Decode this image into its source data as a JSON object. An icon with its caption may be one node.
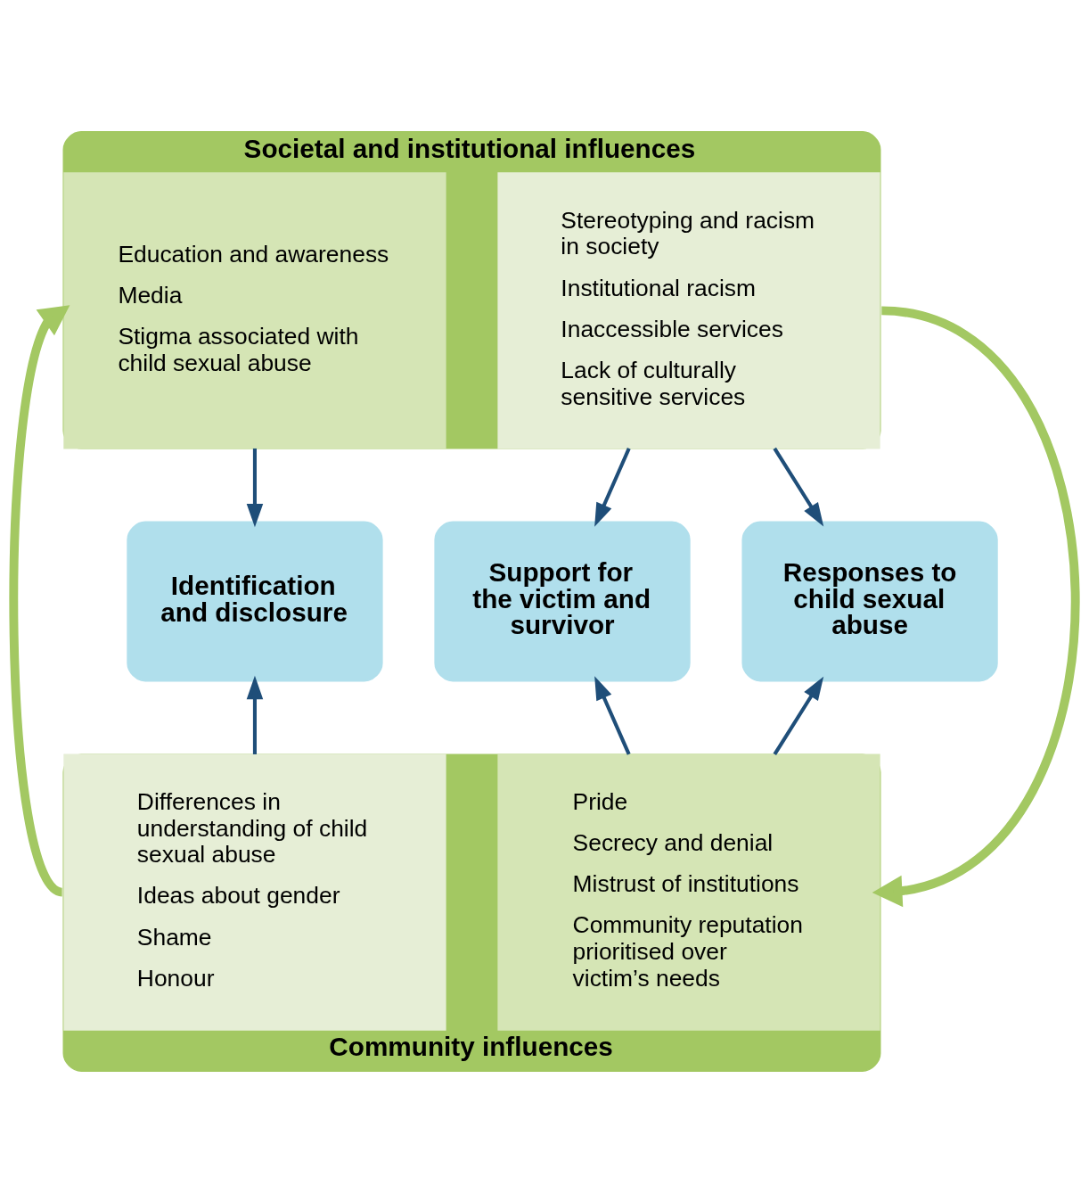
{
  "diagram": {
    "nodes": [
      {
        "text": [
          "Societal and institutional influences"
        ]
      },
      {
        "text": [
          "Education and awareness",
          "Media",
          "Stigma associated with child sexual abuse"
        ],
        "in": 0
      },
      {
        "text": [
          "Stereotyping and racism in society",
          "Institutional racism",
          "Inaccessible services",
          "Lack of culturally sensitive services"
        ],
        "in": 0
      },
      {
        "text": [
          "Identification and disclosure"
        ]
      },
      {
        "text": [
          "Responses to child sexual abuse"
        ]
      },
      {
        "text": [
          "Support for the victim and survivor"
        ]
      },
      {
        "text": [
          "Community influences"
        ]
      },
      {
        "text": [
          "Differences in understanding of child sexual abuse",
          "Ideas about gender",
          "Shame",
          "Honour"
        ],
        "in": 6
      },
      {
        "text": [
          "Pride",
          "Secrecy and denial",
          "Mistrust of institutions",
          "Community reputation prioritised over victim’s needs"
        ],
        "in": 6
      }
    ],
    "edges": [
      {
        "from": 6,
        "to": 0,
        "arrow": "to",
        "style": "thick",
        "color": "#a3c862"
      },
      {
        "from": 0,
        "to": 6,
        "arrow": "to",
        "style": "thick",
        "color": "#a3c862"
      },
      {
        "from": 1,
        "to": 3,
        "arrow": "to"
      },
      {
        "from": 0,
        "to": 4,
        "arrow": "to"
      },
      {
        "from": 2,
        "to": 5,
        "arrow": "to"
      },
      {
        "from": 7,
        "to": 3,
        "arrow": "to"
      },
      {
        "from": 6,
        "to": 4,
        "arrow": "to"
      },
      {
        "from": 8,
        "to": 5,
        "arrow": "to"
      }
    ]
  }
}
